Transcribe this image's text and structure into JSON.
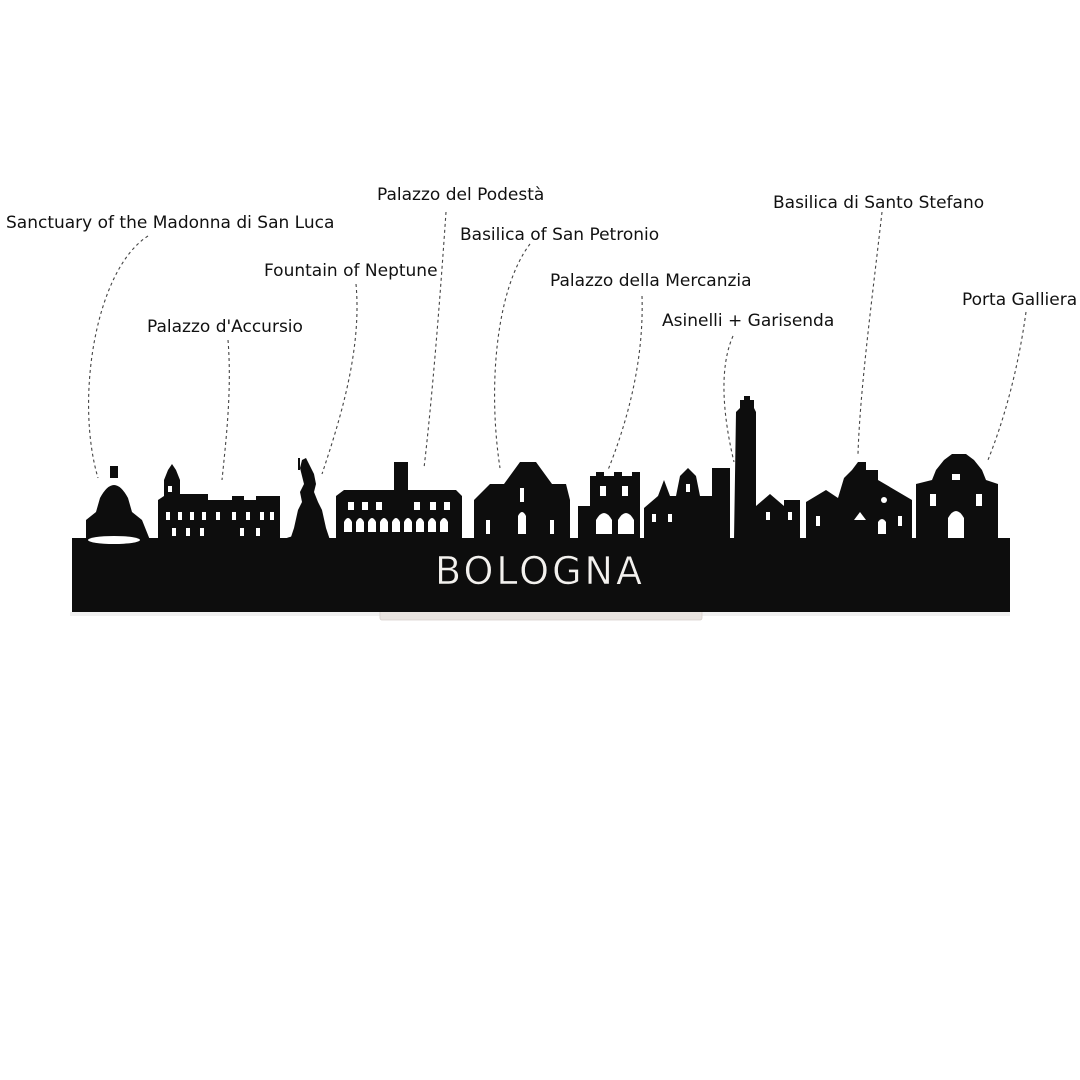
{
  "city_name": "BOLOGNA",
  "colors": {
    "silhouette": "#0d0d0d",
    "background": "#ffffff",
    "base_stand": "#e9e4e0"
  },
  "landmarks": [
    {
      "label": "Sanctuary of the Madonna di San Luca"
    },
    {
      "label": "Palazzo d'Accursio"
    },
    {
      "label": "Fountain of Neptune"
    },
    {
      "label": "Palazzo del Podestà"
    },
    {
      "label": "Basilica of San Petronio"
    },
    {
      "label": "Palazzo della Mercanzia"
    },
    {
      "label": "Asinelli + Garisenda"
    },
    {
      "label": "Basilica di Santo Stefano"
    },
    {
      "label": "Porta Galliera"
    }
  ]
}
